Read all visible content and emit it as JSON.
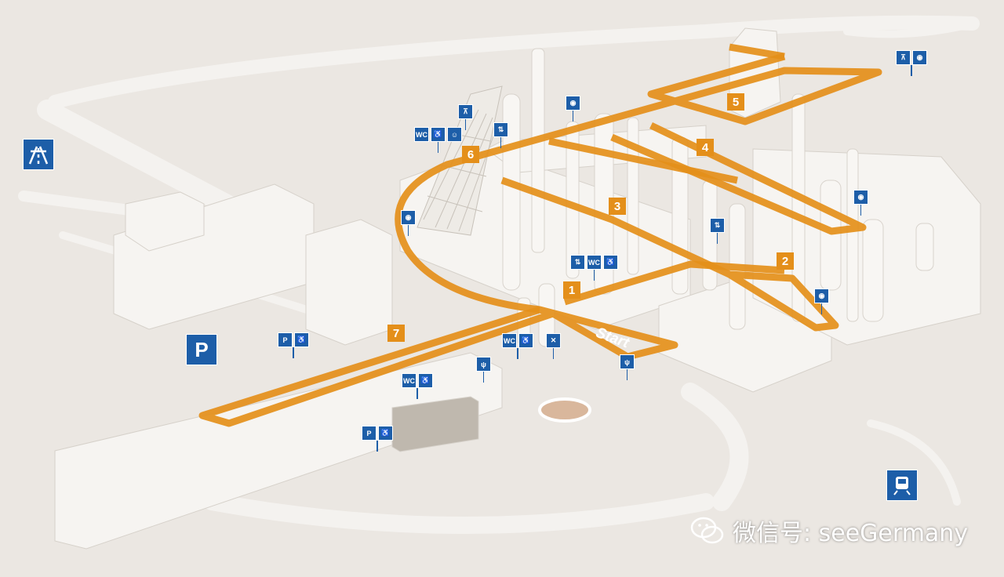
{
  "map": {
    "stops": [
      "1",
      "2",
      "3",
      "4",
      "5",
      "6",
      "7"
    ],
    "start_label": "Start",
    "colors": {
      "route": "#e48f1a",
      "sign": "#1d5ea8",
      "background": "#ebe7e2",
      "buildings": "#f6f4f1"
    }
  },
  "signs": {
    "wc": "WC",
    "parking": "P",
    "icons": [
      "motorway-icon",
      "parking-icon",
      "wheelchair-icon",
      "wc-icon",
      "baby-change-icon",
      "picnic-icon",
      "viewpoint-icon",
      "elevator-icon",
      "restaurant-icon",
      "play-icon",
      "train-icon"
    ]
  },
  "watermark": {
    "text": "微信号: seeGermany"
  }
}
